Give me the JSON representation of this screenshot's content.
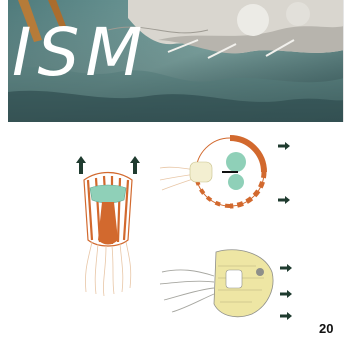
{
  "hero": {
    "title": "ISM"
  },
  "page": {
    "number": "20"
  },
  "colors": {
    "sea": "#8bb3b0",
    "sea_dark": "#36595c",
    "shell_orange": "#d2692e",
    "teal_organ": "#8fd0b8",
    "pale_yellow": "#eee6a4",
    "arrow_green": "#1f3b2f"
  },
  "icons": [
    "jellyfish-illustration",
    "nautilus-illustration",
    "squid-illustration",
    "arrow-up-icon",
    "arrow-right-icon"
  ]
}
